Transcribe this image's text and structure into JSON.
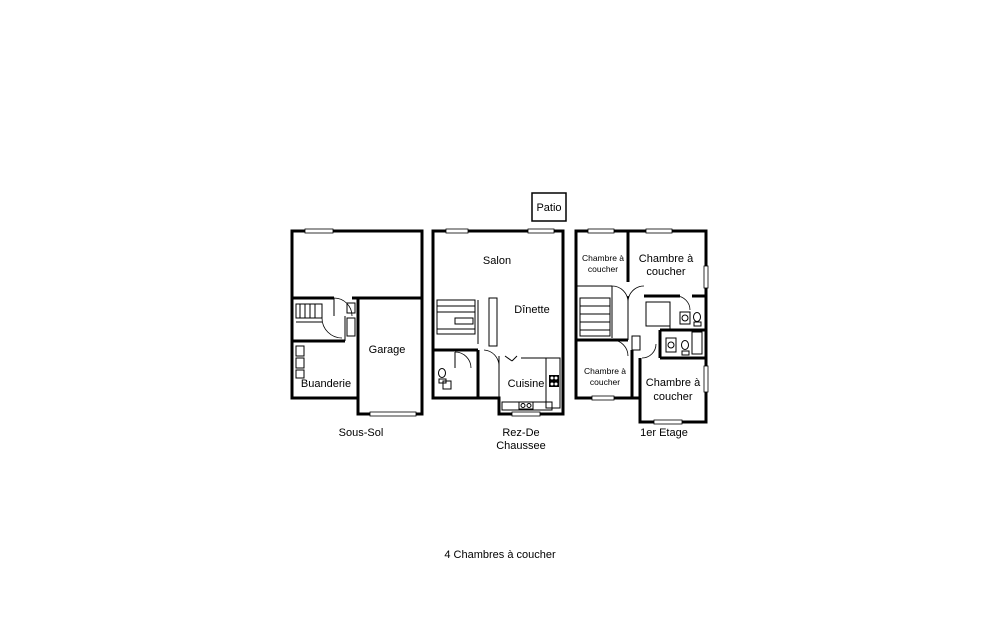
{
  "patio": "Patio",
  "floors": {
    "sous_sol": {
      "caption": "Sous-Sol",
      "rooms": {
        "garage": "Garage",
        "buanderie": "Buanderie"
      }
    },
    "rez": {
      "caption_line1": "Rez-De",
      "caption_line2": "Chaussee",
      "rooms": {
        "salon": "Salon",
        "dinette": "Dînette",
        "cuisine": "Cuisine"
      }
    },
    "etage": {
      "caption": "1er Etage",
      "rooms": {
        "chambre_nw_1": "Chambre à",
        "chambre_nw_2": "coucher",
        "chambre_ne_1": "Chambre à",
        "chambre_ne_2": "coucher",
        "chambre_sw_1": "Chambre à",
        "chambre_sw_2": "coucher",
        "chambre_se_1": "Chambre à",
        "chambre_se_2": "coucher"
      }
    }
  },
  "footer": "4 Chambres à coucher"
}
